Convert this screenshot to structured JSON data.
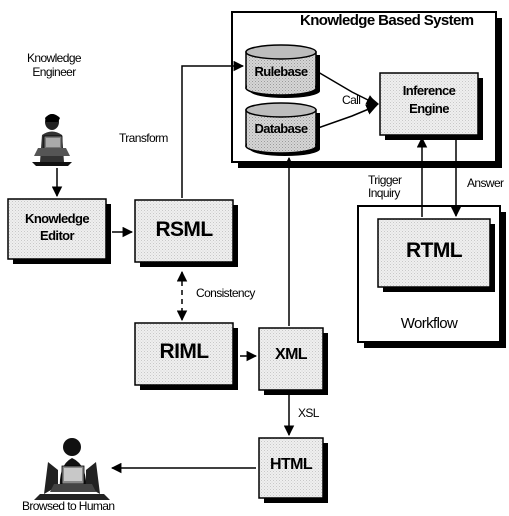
{
  "system": {
    "title": "Knowledge Based System"
  },
  "nodes": {
    "rulebase": "Rulebase",
    "database": "Database",
    "inference_engine": [
      "Inference",
      "Engine"
    ],
    "knowledge_editor": [
      "Knowledge",
      "Editor"
    ],
    "rsml": "RSML",
    "riml": "RIML",
    "xml": "XML",
    "html": "HTML",
    "rtml": "RTML",
    "workflow": "Workflow"
  },
  "actors": {
    "engineer": [
      "Knowledge",
      "Engineer"
    ],
    "human": "Browsed to Human"
  },
  "edge_labels": {
    "transform": "Transform",
    "call": "Call",
    "consistency": "Consistency",
    "trigger_inquiry": [
      "Trigger",
      "Inquiry"
    ],
    "answer": "Answer",
    "xsl": "XSL"
  }
}
